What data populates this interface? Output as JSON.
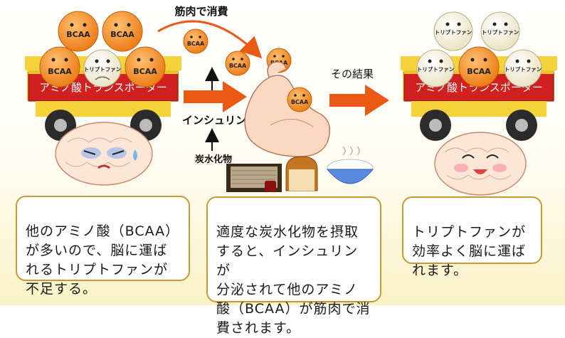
{
  "labels": {
    "cart_left": "アミノ酸トランスポーター",
    "cart_right": "アミノ酸トランスポーター",
    "bcaa": "BCAA",
    "tryptophan": "トリプトファン",
    "muscle_consume": "筋肉で消費",
    "insulin": "インシュリン",
    "carbohydrate": "炭水化物",
    "result": "その結果"
  },
  "boxes": {
    "left": "他のアミノ酸（BCAA）\nが多いので、脳に運ば\nれるトリプトファンが\n不足する。",
    "center": "適度な炭水化物を摂取\nすると、インシュリンが\n分泌されて他のアミノ\n酸（BCAA）が筋肉で消\n費されます。",
    "right": "トリプトファンが\n効率よく脳に運ば\nれます。"
  },
  "colors": {
    "bcaa_orange": "#f08a24",
    "tryptophan_cream": "#f6f1dc",
    "cart_red": "#d0201f",
    "cart_yellow": "#f4d23a",
    "arrow_orange": "#ea5a14",
    "box_border": "#c79a33"
  }
}
